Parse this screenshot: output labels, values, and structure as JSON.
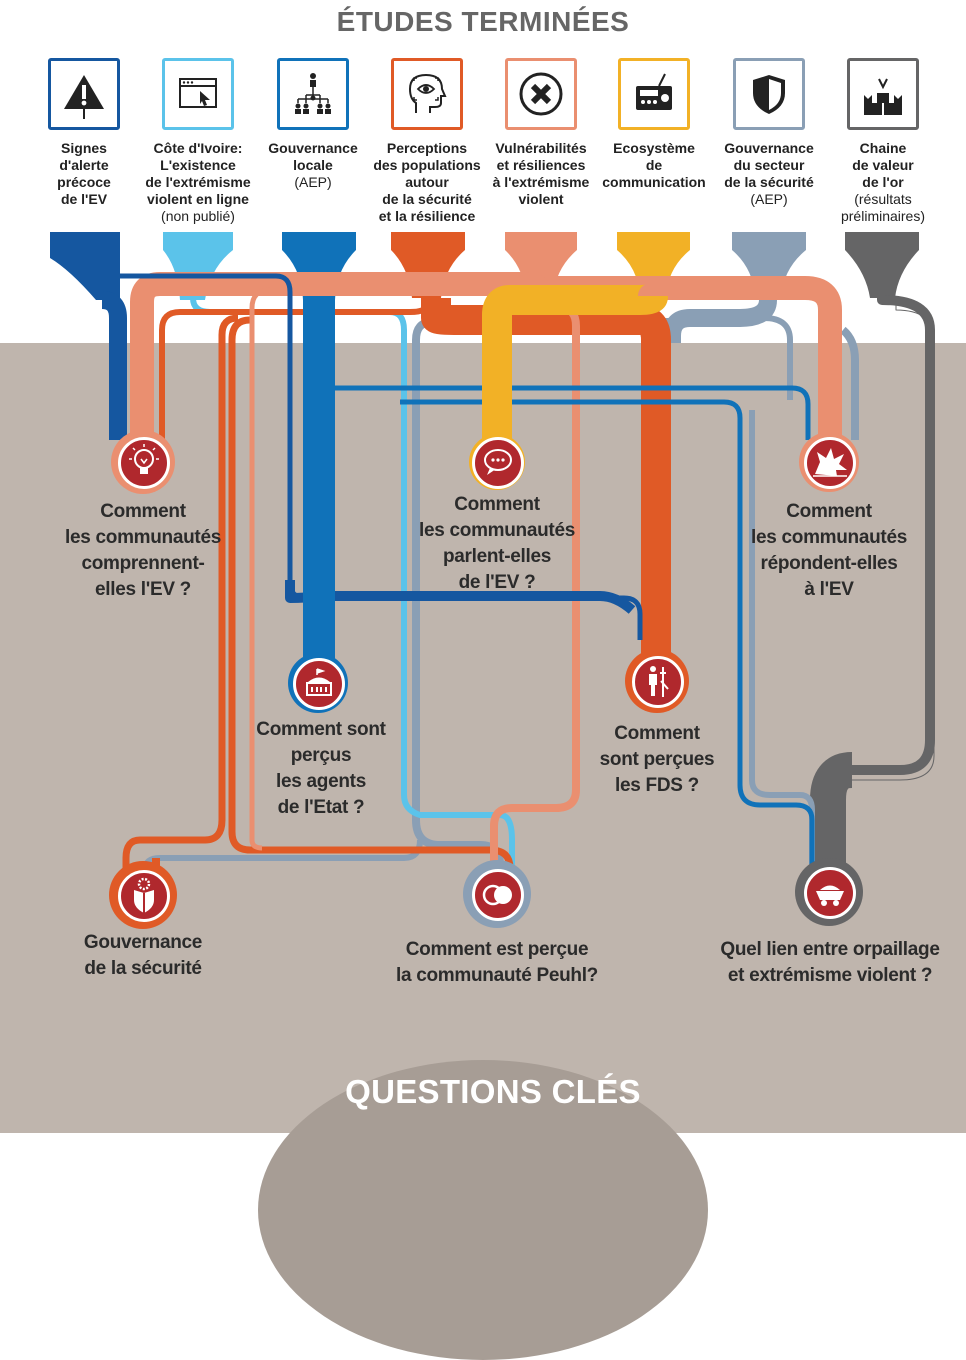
{
  "header": {
    "title": "ÉTUDES TERMINÉES"
  },
  "footer": {
    "title": "QUESTIONS CLÉS"
  },
  "colors": {
    "study1": "#1557a0",
    "study2": "#5bc3ea",
    "study3": "#1072b9",
    "study4": "#e05a26",
    "study5": "#ea8f70",
    "study6": "#f2b126",
    "study7": "#8a9fb5",
    "study8": "#656566",
    "node_fill": "#b0282d",
    "background_bottom": "#bfb5ad"
  },
  "studies": [
    {
      "icon": "warning-icon",
      "bold": "Signes\nd'alerte\nprécoce\nde l'EV",
      "note": ""
    },
    {
      "icon": "browser-cursor-icon",
      "bold": "Côte d'Ivoire:\nL'existence\nde l'extrémisme\nviolent en ligne",
      "note": "(non publié)"
    },
    {
      "icon": "hierarchy-icon",
      "bold": "Gouvernance\nlocale",
      "note": "(AEP)"
    },
    {
      "icon": "head-eye-icon",
      "bold": "Perceptions\ndes populations\nautour\nde la sécurité\net la résilience",
      "note": ""
    },
    {
      "icon": "x-circle-icon",
      "bold": "Vulnérabilités\net résiliences\nà l'extrémisme\nviolent",
      "note": ""
    },
    {
      "icon": "radio-icon",
      "bold": "Ecosystème\nde\ncommunication",
      "note": ""
    },
    {
      "icon": "shield-icon",
      "bold": "Gouvernance\ndu secteur\nde la sécurité",
      "note": "(AEP)"
    },
    {
      "icon": "gold-bars-icon",
      "bold": "Chaine\nde valeur\nde l'or",
      "note": "(résultats\npréliminaires)"
    }
  ],
  "questions": [
    {
      "icon": "lightbulb-icon",
      "text": "Comment\nles communautés\ncomprennent-\nelles l'EV ?"
    },
    {
      "icon": "speech-bubble-icon",
      "text": "Comment\nles communautés\nparlent-elles\nde l'EV ?"
    },
    {
      "icon": "explosion-icon",
      "text": "Comment\nles communautés\nrépondent-elles\nà l'EV"
    },
    {
      "icon": "government-building-icon",
      "text": "Comment sont\nperçus\nles agents\nde l'Etat ?"
    },
    {
      "icon": "soldier-icon",
      "text": "Comment\nsont perçues\nles FDS ?"
    },
    {
      "icon": "gear-shield-icon",
      "text": "Gouvernance\nde la sécurité"
    },
    {
      "icon": "overlap-circles-icon",
      "text": "Comment est perçue\nla communauté Peuhl?"
    },
    {
      "icon": "mine-cart-icon",
      "text": "Quel lien entre orpaillage\net extrémisme violent ?"
    }
  ]
}
